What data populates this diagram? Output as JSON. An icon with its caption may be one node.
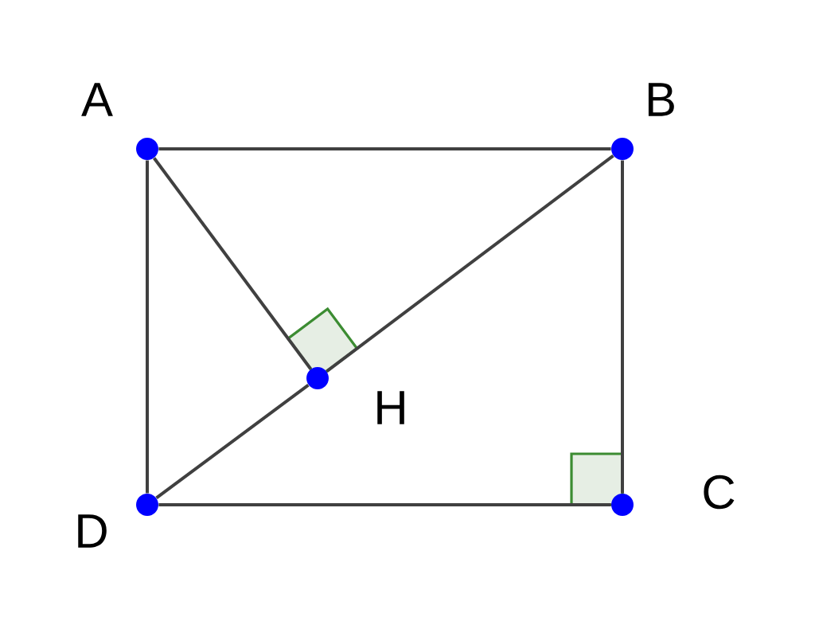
{
  "diagram": {
    "nodes": [
      {
        "text": [],
        "shape": "circle",
        "beside": [
          "A"
        ]
      },
      {
        "text": [],
        "shape": "circle",
        "beside": [
          "B"
        ]
      },
      {
        "text": [],
        "shape": "circle",
        "beside": [
          "C"
        ]
      },
      {
        "text": [],
        "shape": "circle",
        "beside": [
          "D"
        ]
      },
      {
        "text": [],
        "shape": "circle",
        "beside": [
          "H"
        ]
      }
    ],
    "edges": [
      {
        "from": 0,
        "to": 1,
        "arrow": "none"
      },
      {
        "from": 1,
        "to": 2,
        "arrow": "none"
      },
      {
        "from": 2,
        "to": 3,
        "arrow": "none"
      },
      {
        "from": 3,
        "to": 0,
        "arrow": "none"
      },
      {
        "from": 3,
        "to": 4,
        "arrow": "none"
      },
      {
        "from": 4,
        "to": 1,
        "arrow": "none"
      },
      {
        "from": 0,
        "to": 4,
        "arrow": "none"
      }
    ]
  }
}
